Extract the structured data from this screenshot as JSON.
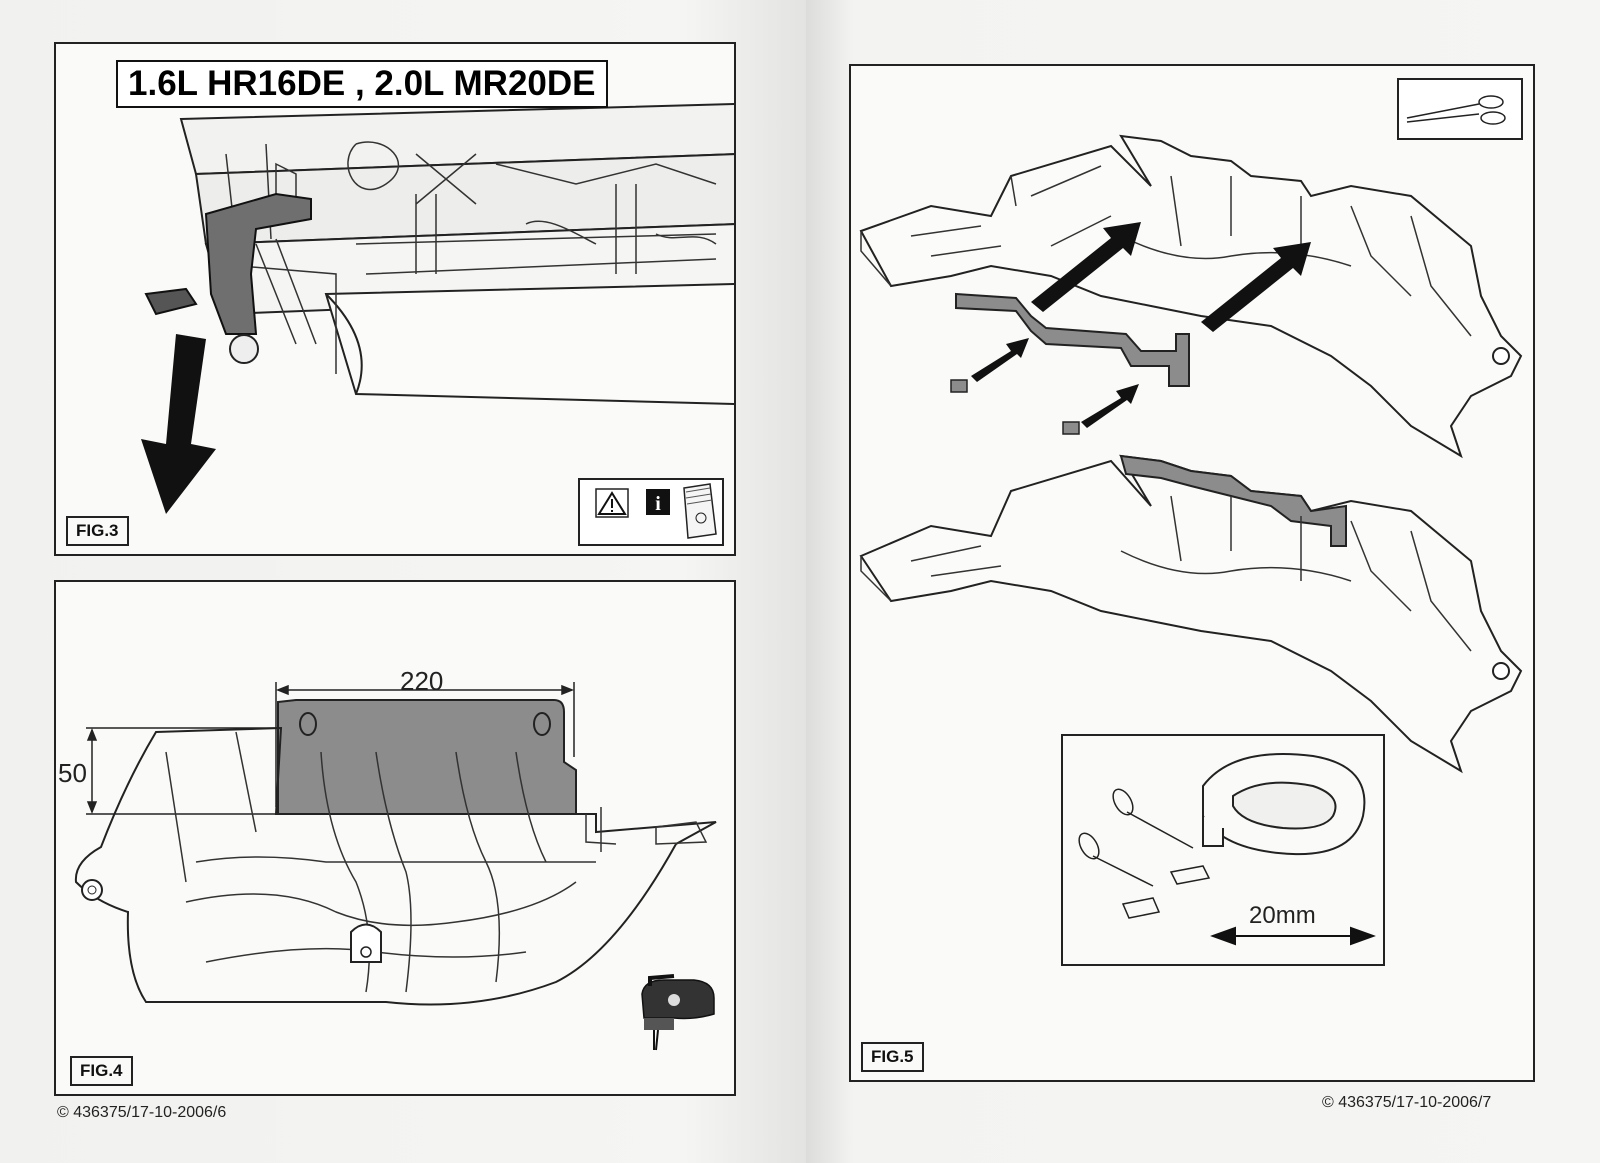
{
  "left_page": {
    "title": "1.6L HR16DE , 2.0L MR20DE",
    "fig3": {
      "label": "FIG.3",
      "icons": [
        "warning-icon",
        "info-icon",
        "manual-icon"
      ]
    },
    "fig4": {
      "label": "FIG.4",
      "dim_width": "220",
      "dim_height": "50",
      "tool_icon": "jigsaw-icon"
    },
    "footer": "© 436375/17-10-2006/6"
  },
  "right_page": {
    "fig5": {
      "label": "FIG.5",
      "tool_icon": "scissors-icon",
      "inset_dimension": "20mm"
    },
    "footer": "© 436375/17-10-2006/7"
  },
  "colors": {
    "shade": "#8c8c8c",
    "ink": "#111111",
    "paper": "#f4f4f2"
  }
}
